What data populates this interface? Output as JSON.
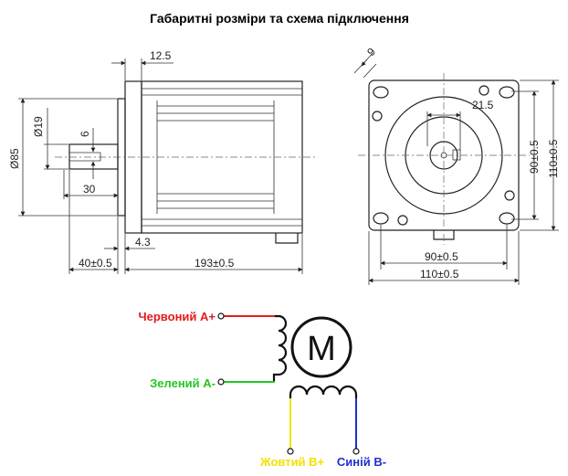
{
  "title": "Габаритні розміри та схема підключення",
  "dimensions": {
    "side": {
      "d_12_5": "12.5",
      "d_phi19": "Ø19",
      "d_6": "6",
      "d_phi85": "Ø85",
      "d_30": "30",
      "d_4_3": "4.3",
      "d_40": "40±0.5",
      "d_193": "193±0.5"
    },
    "front": {
      "d_9": "9",
      "d_21_5": "21.5",
      "d_90v": "90±0.5",
      "d_110v": "110±0.5",
      "d_90h": "90±0.5",
      "d_110h": "110±0.5"
    }
  },
  "motor_symbol": "M",
  "wires": {
    "a_plus": {
      "label": "Червоний  A+",
      "color": "#e41a1a"
    },
    "a_minus": {
      "label": "Зелений  A-",
      "color": "#22c722"
    },
    "b_plus": {
      "label": "Жовтий B+",
      "color": "#f2e200"
    },
    "b_minus": {
      "label": "Синій B-",
      "color": "#1f2fd0"
    }
  }
}
